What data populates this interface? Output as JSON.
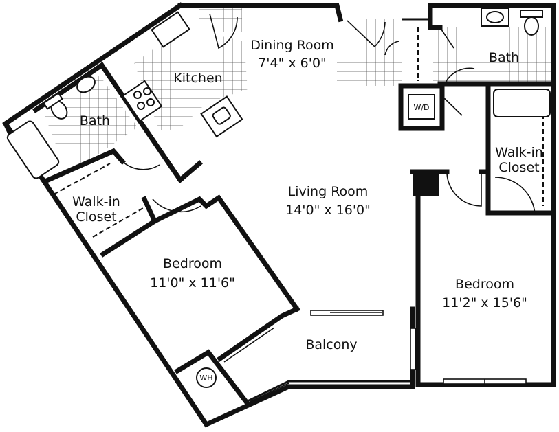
{
  "rooms": {
    "dining": {
      "name": "Dining Room",
      "dims": "7'4\" x 6'0\""
    },
    "kitchen": {
      "name": "Kitchen"
    },
    "bath_left": {
      "name": "Bath"
    },
    "bath_right": {
      "name": "Bath"
    },
    "living": {
      "name": "Living Room",
      "dims": "14'0\" x 16'0\""
    },
    "closet_left": {
      "line1": "Walk-in",
      "line2": "Closet"
    },
    "closet_right": {
      "line1": "Walk-in",
      "line2": "Closet"
    },
    "bedroom_left": {
      "name": "Bedroom",
      "dims": "11'0\" x 11'6\""
    },
    "bedroom_right": {
      "name": "Bedroom",
      "dims": "11'2\" x 15'6\""
    },
    "balcony": {
      "name": "Balcony"
    }
  },
  "fixtures": {
    "washer_dryer": "W/D",
    "water_heater": "WH"
  }
}
